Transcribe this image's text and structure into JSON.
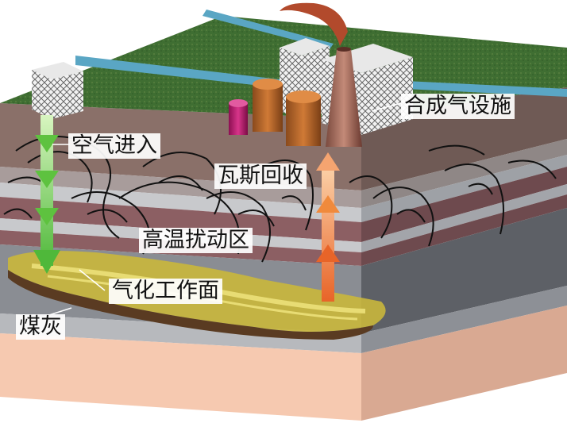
{
  "labels": {
    "air_inlet": "空气进入",
    "gas_recovery": "瓦斯回收",
    "high_temp_zone": "高温扰动区",
    "gasification_face": "气化工作面",
    "coal_ash": "煤灰",
    "syngas_facility": "合成气设施"
  },
  "colors": {
    "grass": "#3f6e32",
    "river": "#5aa6c4",
    "air_arrow": "#6ec94a",
    "gas_arrow": "#f08a3c",
    "smoke": "#b24a2c",
    "soil_brown": "#7a5f57",
    "rock_grey": "#a9a9ad",
    "rock_pink": "#8c5f63",
    "coal_seam": "#c9b73c",
    "base_layer": "#f6c9b0"
  },
  "icons": [
    "crosshatch-building-icon",
    "storage-tank-icon",
    "chimney-icon",
    "smoke-plume-icon",
    "air-arrow-icon",
    "gas-arrow-icon"
  ]
}
